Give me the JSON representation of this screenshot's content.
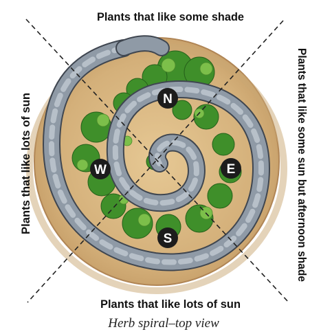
{
  "labels": {
    "top": "Plants that like some shade",
    "bottom": "Plants that like lots of sun",
    "left": "Plants that like lots of sun",
    "right": "Plants that like some sun but afternoon shade"
  },
  "directions": {
    "north": "N",
    "east": "E",
    "south": "S",
    "west": "W"
  },
  "caption": "Herb spiral–top view",
  "colors": {
    "soil": "#d9b783",
    "soil_dark": "#b98a52",
    "stone": "#8f9aa6",
    "stone_light": "#b7c0c9",
    "stone_edge": "#3f4650",
    "plant": "#3f8f2a",
    "plant_light": "#7cbf4a",
    "marker": "#1c1c1c"
  }
}
